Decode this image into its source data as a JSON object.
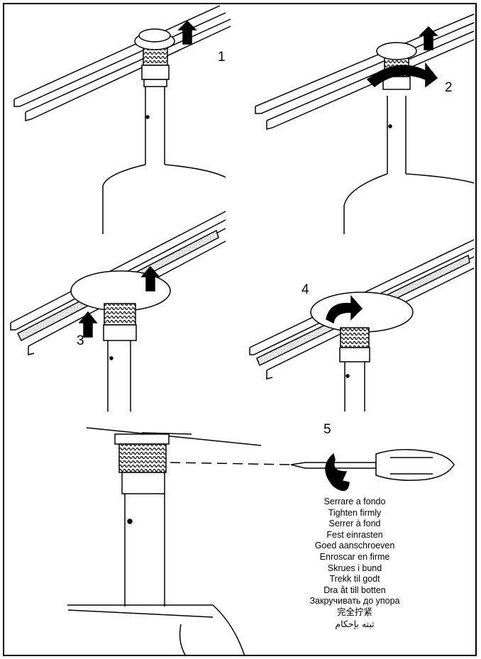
{
  "steps": {
    "s1": "1",
    "s2": "2",
    "s3": "3",
    "s4": "4",
    "s5": "5"
  },
  "instruction_lines": [
    "Serrare a fondo",
    "Tighten firmly",
    "Serrer à fond",
    "Fest einrasten",
    "Goed aanschroeven",
    "Enroscar en firme",
    "Skrues i bund",
    "Trekk til godt",
    "Dra åt till botten",
    "Закручивать до упора",
    "完全拧紧",
    "ثبته بإحكام"
  ]
}
